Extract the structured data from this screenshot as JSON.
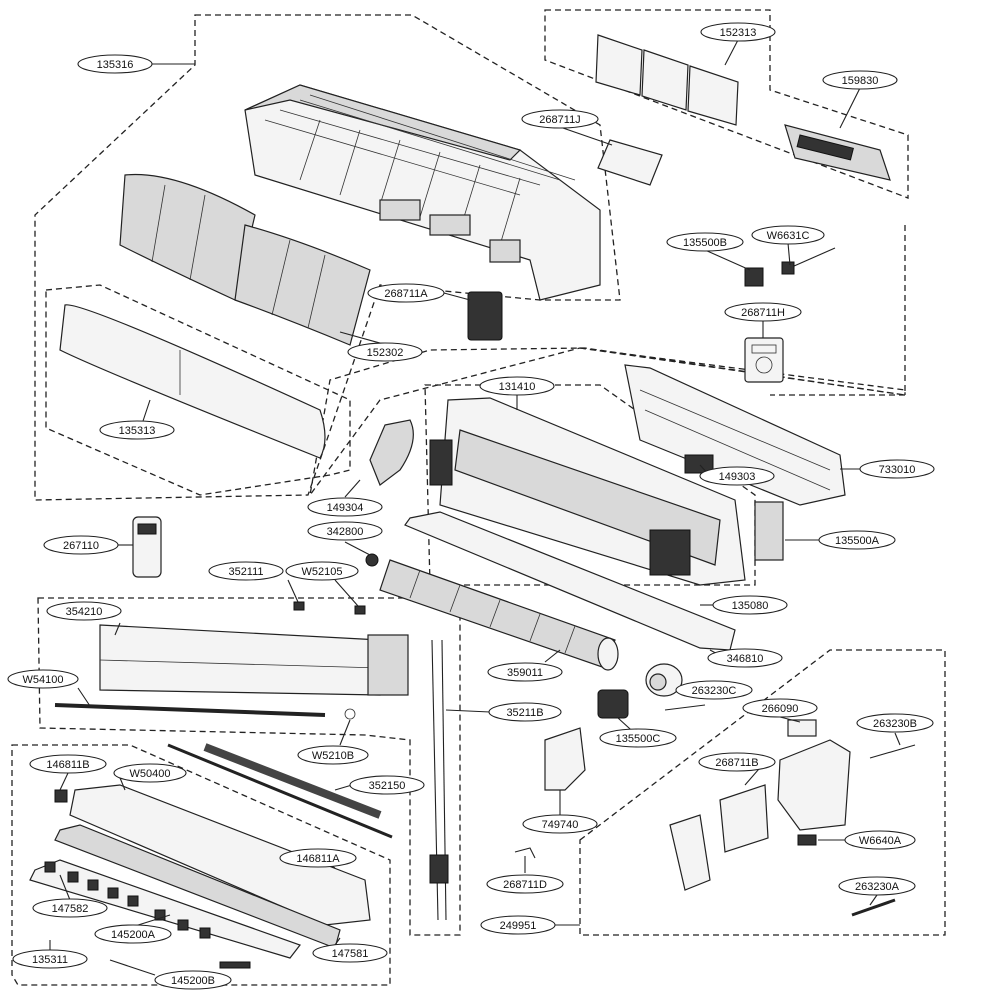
{
  "labels": {
    "l135316": "135316",
    "l152313": "152313",
    "l159830": "159830",
    "l268711J": "268711J",
    "l135500B": "135500B",
    "lW6631C": "W6631C",
    "l268711A": "268711A",
    "l268711H": "268711H",
    "l152302": "152302",
    "l135313": "135313",
    "l131410": "131410",
    "l733010": "733010",
    "l149303": "149303",
    "l149304": "149304",
    "l342800": "342800",
    "l135500A": "135500A",
    "l267110": "267110",
    "l352111": "352111",
    "lW52105": "W52105",
    "l135080": "135080",
    "l354210": "354210",
    "l346810": "346810",
    "l359011": "359011",
    "lW54100": "W54100",
    "l263230C": "263230C",
    "l35211B": "35211B",
    "l266090": "266090",
    "l263230B": "263230B",
    "l135500C": "135500C",
    "lW5210B": "W5210B",
    "l146811B": "146811B",
    "lW50400": "W50400",
    "l352150": "352150",
    "l268711B": "268711B",
    "l749740": "749740",
    "l146811A": "146811A",
    "lW6640A": "W6640A",
    "l268711D": "268711D",
    "l263230A": "263230A",
    "l147582": "147582",
    "l249951": "249951",
    "l145200A": "145200A",
    "l147581": "147581",
    "l135311": "135311",
    "l145200B": "145200B"
  }
}
